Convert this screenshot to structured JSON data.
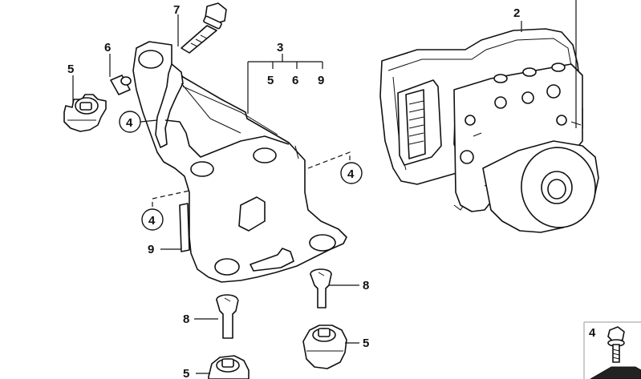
{
  "callouts": {
    "c7": "7",
    "c6": "6",
    "c5_top_left": "5",
    "c4_bracket_left": "4",
    "c3": "3",
    "c3_sub_5": "5",
    "c3_sub_6": "6",
    "c3_sub_9": "9",
    "c4_right": "4",
    "c4_left": "4",
    "c9": "9",
    "c8_right": "8",
    "c8_left": "8",
    "c5_bottom_right": "5",
    "c5_bottom_left": "5",
    "c2": "2",
    "c4_inset": "4"
  },
  "colors": {
    "ink": "#111111",
    "background": "#ffffff"
  }
}
